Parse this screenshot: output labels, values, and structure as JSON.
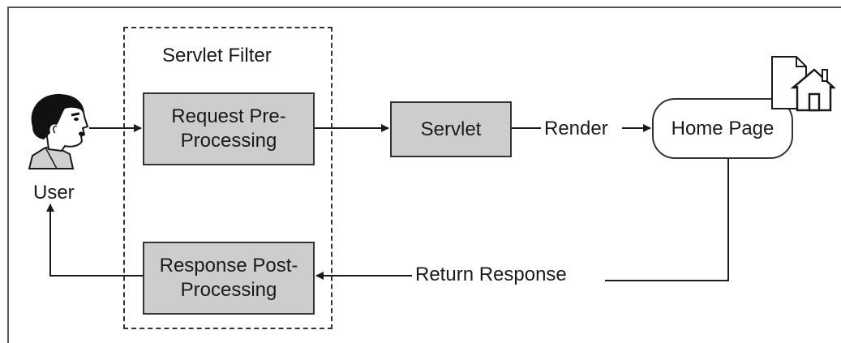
{
  "diagram": {
    "filter_title": "Servlet Filter",
    "nodes": {
      "request_pre": "Request Pre-\nProcessing",
      "response_post": "Response Post-\nProcessing",
      "servlet": "Servlet",
      "home_page": "Home Page",
      "user": "User"
    },
    "edges": {
      "render": "Render",
      "return_response": "Return Response"
    },
    "icons": {
      "user": "user-head-icon",
      "home": "home-page-document-icon"
    },
    "colors": {
      "box_fill": "#cdcdcd",
      "stroke": "#333333"
    }
  }
}
